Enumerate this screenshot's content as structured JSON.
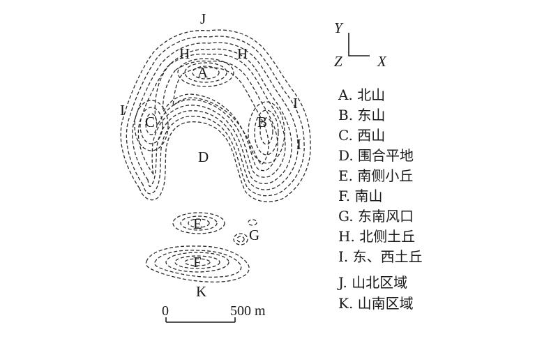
{
  "map_labels": {
    "J": "J",
    "H_left": "H",
    "H_right": "H",
    "A": "A",
    "I_left": "I",
    "C": "C",
    "B": "B",
    "I_upper_right": "I",
    "I_lower_right": "I",
    "D": "D",
    "E": "E",
    "G": "G",
    "F": "F",
    "K": "K"
  },
  "axes": {
    "y": "Y",
    "z": "Z",
    "x": "X"
  },
  "scale_bar": {
    "start": "0",
    "end": "500 m"
  },
  "legend": [
    "A. 北山",
    "B. 东山",
    "C. 西山",
    "D. 围合平地",
    "E. 南侧小丘",
    "F. 南山",
    "G. 东南风口",
    "H. 北侧土丘",
    "I. 东、西土丘",
    "J.  山北区域",
    "K. 山南区域"
  ]
}
